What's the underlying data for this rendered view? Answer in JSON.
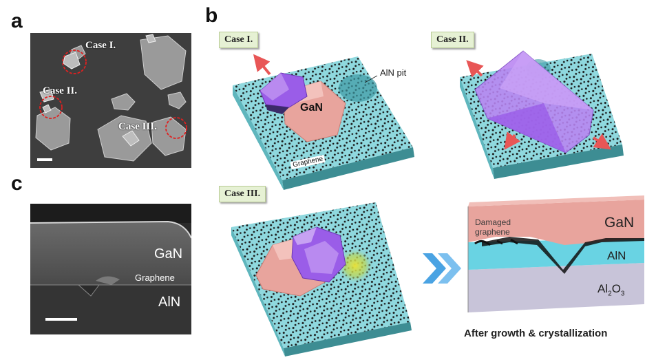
{
  "panels": {
    "a": "a",
    "b": "b",
    "c": "c"
  },
  "panel_a": {
    "case1": "Case I.",
    "case2": "Case II.",
    "case3": "Case III."
  },
  "panel_b": {
    "case1_tag": "Case I.",
    "case2_tag": "Case II.",
    "case3_tag": "Case III.",
    "aln_pit": "AlN pit",
    "gan": "GaN",
    "graphene": "Graphene"
  },
  "panel_c": {
    "gan": "GaN",
    "graphene": "Graphene",
    "aln": "AlN"
  },
  "result": {
    "gan": "GaN",
    "damaged_graphene_line1": "Damaged",
    "damaged_graphene_line2": "graphene",
    "aln": "AlN",
    "al2o3_main": "Al",
    "al2o3_sub1": "2",
    "al2o3_o": "O",
    "al2o3_sub2": "3",
    "caption": "After growth & crystallization"
  },
  "colors": {
    "substrate_top": "#8fd8de",
    "substrate_side": "#3d8d93",
    "gan_pink": "#e8a49d",
    "crystal_purple": "#9a5de8",
    "aln_cyan": "#69d3e3",
    "al2o3_lavender": "#c8c4d9",
    "arrow_red": "#e85656",
    "chevron_blue": "#4aa3e3",
    "case_tag_bg": "#e6f1d4"
  }
}
